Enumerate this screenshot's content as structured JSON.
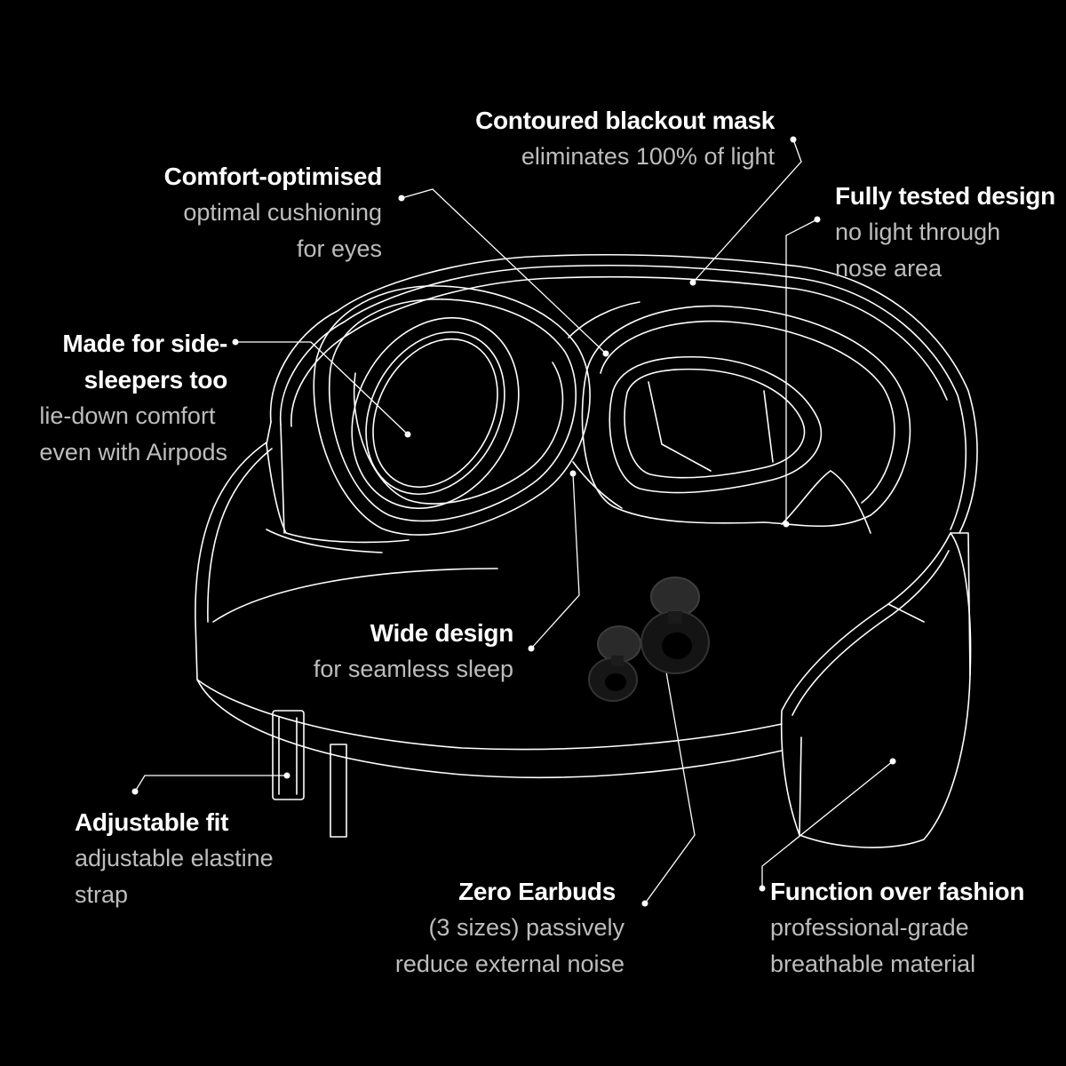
{
  "callouts": {
    "contoured": {
      "title": "Contoured blackout mask",
      "lines": [
        "eliminates 100% of light"
      ]
    },
    "comfort": {
      "title": "Comfort-optimised",
      "lines": [
        "optimal cushioning",
        "for eyes"
      ]
    },
    "tested": {
      "title": "Fully tested design",
      "lines": [
        "no light through",
        "nose area"
      ]
    },
    "side": {
      "title_lines": [
        "Made for side-",
        "sleepers too"
      ],
      "lines": [
        "lie-down comfort",
        "even with Airpods"
      ]
    },
    "wide": {
      "title": "Wide design",
      "lines": [
        "for seamless sleep"
      ]
    },
    "adjustable": {
      "title": "Adjustable fit",
      "lines": [
        "adjustable elastine",
        "strap"
      ]
    },
    "earbuds": {
      "title": "Zero Earbuds",
      "lines": [
        "(3 sizes) passively",
        "reduce external noise"
      ]
    },
    "fashion": {
      "title": "Function over fashion",
      "lines": [
        "professional-grade",
        "breathable material"
      ]
    }
  },
  "colors": {
    "background": "#000000",
    "line": "#ffffff",
    "subtitle": "#bdbdbd",
    "earbud": "#1f1f1f"
  },
  "icons": {
    "illustration": "sleep-mask-line-drawing",
    "earbuds": "earplug-pair"
  }
}
